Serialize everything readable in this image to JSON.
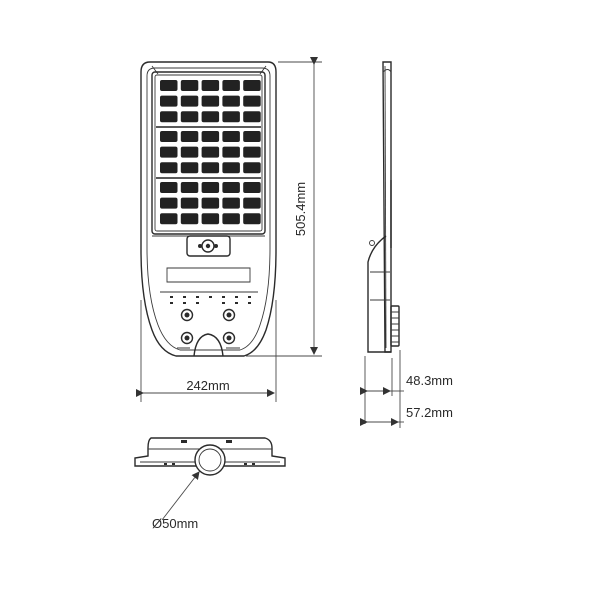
{
  "dimensions": {
    "height": "505.4mm",
    "width": "242mm",
    "side_depth_small": "48.3mm",
    "side_depth_large": "57.2mm",
    "pole_diameter": "Ø50mm"
  },
  "colors": {
    "line": "#2b2b2b",
    "fill_dark": "#222222",
    "background": "#ffffff"
  },
  "solar_panel": {
    "blocks": 3,
    "rows_per_block": 3,
    "cols": 5
  }
}
